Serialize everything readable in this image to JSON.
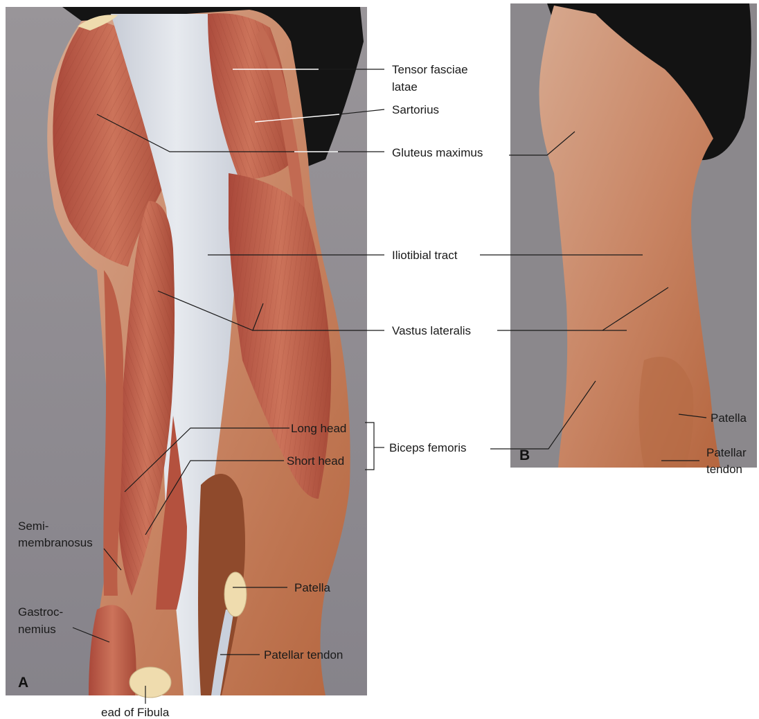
{
  "panels": {
    "a": {
      "letter": "A"
    },
    "b": {
      "letter": "B"
    }
  },
  "labels": {
    "tensor_fasciae_latae_1": "Tensor fasciae",
    "tensor_fasciae_latae_2": "latae",
    "sartorius": "Sartorius",
    "gluteus_maximus": "Gluteus maximus",
    "iliotibial_tract": "Iliotibial tract",
    "vastus_lateralis": "Vastus lateralis",
    "long_head": "Long head",
    "short_head": "Short head",
    "biceps_femoris": "Biceps femoris",
    "semimembranosus_1": "Semi-",
    "semimembranosus_2": "membranosus",
    "gastrocnemius_1": "Gastroc-",
    "gastrocnemius_2": "nemius",
    "patella_a": "Patella",
    "patellar_tendon_a": "Patellar tendon",
    "head_of_fibula": "ead of Fibula",
    "patella_b": "Patella",
    "patellar_tendon_b_1": "Patellar",
    "patellar_tendon_b_2": "tendon"
  },
  "colors": {
    "background_panel": "#8f8b90",
    "muscle": "#b8573f",
    "muscle_light": "#cf7a61",
    "fascia": "#d9dde4",
    "bone": "#efdcae",
    "skin": "#c58060",
    "shorts": "#121212"
  }
}
